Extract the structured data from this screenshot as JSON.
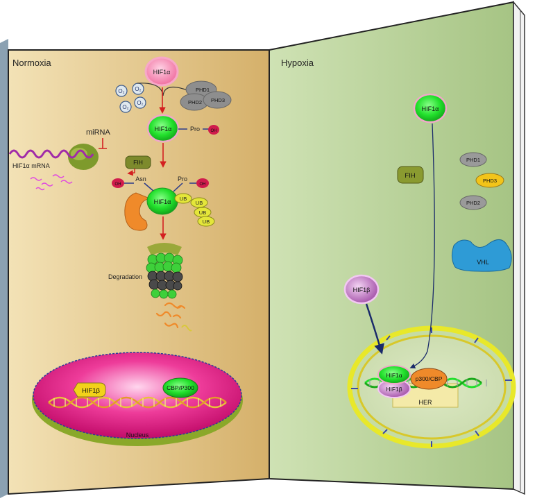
{
  "panels": {
    "normoxia_title": "Normoxia",
    "hypoxia_title": "Hypoxia"
  },
  "normoxia": {
    "hif1a_top": "HIF1α",
    "o2_labels": [
      "O₂",
      "O₂",
      "O₂",
      "O₂"
    ],
    "phd1": "PHD1",
    "phd2": "PHD2",
    "phd3": "PHD3",
    "hif1a_mid": "HIF1α",
    "pro": "Pro",
    "oh": "OH",
    "mirna": "miRNA",
    "hif1a_mrna": "HIF1α mRNA",
    "fih": "FIH",
    "asn": "Asn",
    "pro2": "Pro",
    "oh_left": "OH",
    "oh_right": "OH",
    "hif1a_vhl": "HIF1α",
    "ub_labels": [
      "UB",
      "UB",
      "UB",
      "UB"
    ],
    "degradation": "Degradation",
    "hif1b": "HIF1β",
    "cbp_p300": "CBP/P300",
    "nucleus": "Nucleus"
  },
  "hypoxia": {
    "hif1a": "HIF1α",
    "fih": "FIH",
    "phd1": "PHD1",
    "phd3": "PHD3",
    "phd2": "PHD2",
    "vhl": "VHL",
    "hif1b": "HIF1β",
    "complex_hif1a": "HIF1α",
    "complex_hif1b": "HIF1β",
    "p300cbp": "p300/CBP",
    "her": "HER"
  },
  "colors": {
    "normoxia_bg": "#d9b877",
    "hypoxia_bg": "#b7cf98",
    "hif1a_green": "#22e02c",
    "hif1a_pink": "#f06fa0",
    "hif1b_purple": "#b467b4",
    "ub_yellow": "#e4e63a",
    "oh_red": "#d01b4c",
    "vhl_orange": "#ef8a2a",
    "nucleus_magenta": "#e0137e",
    "vhl_blue": "#2e9bd6"
  }
}
